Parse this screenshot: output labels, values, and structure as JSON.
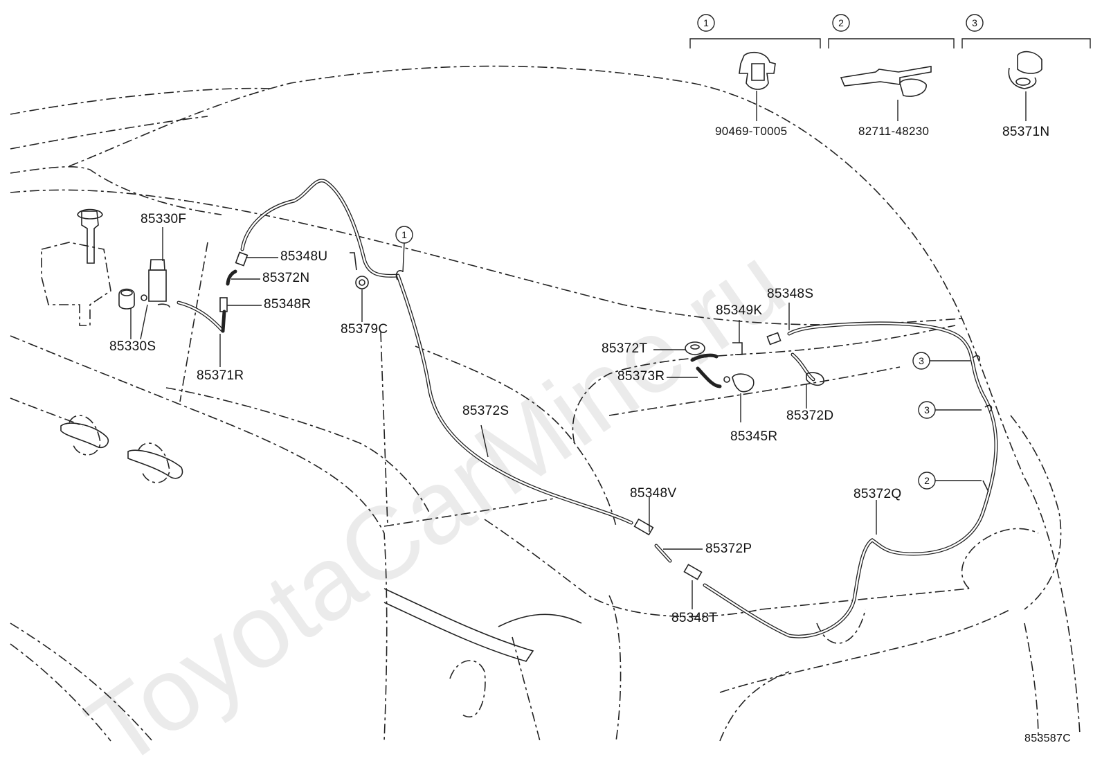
{
  "watermark": "ToyotaCarMine.ru",
  "diagram_code": "853587C",
  "legend": [
    {
      "num": "1",
      "part": "90469-T0005"
    },
    {
      "num": "2",
      "part": "82711-48230"
    },
    {
      "num": "3",
      "part": "85371N"
    }
  ],
  "callouts": [
    "1",
    "3",
    "3",
    "2"
  ],
  "labels": {
    "p85330F": "85330F",
    "p85330S": "85330S",
    "p85348U": "85348U",
    "p85372N": "85372N",
    "p85348R": "85348R",
    "p85371R": "85371R",
    "p85379C": "85379C",
    "p85372S": "85372S",
    "p85348S": "85348S",
    "p85349K": "85349K",
    "p85372T": "85372T",
    "p85373R": "85373R",
    "p85345R": "85345R",
    "p85372D": "85372D",
    "p85348V": "85348V",
    "p85372P": "85372P",
    "p85348T": "85348T",
    "p85372Q": "85372Q"
  }
}
